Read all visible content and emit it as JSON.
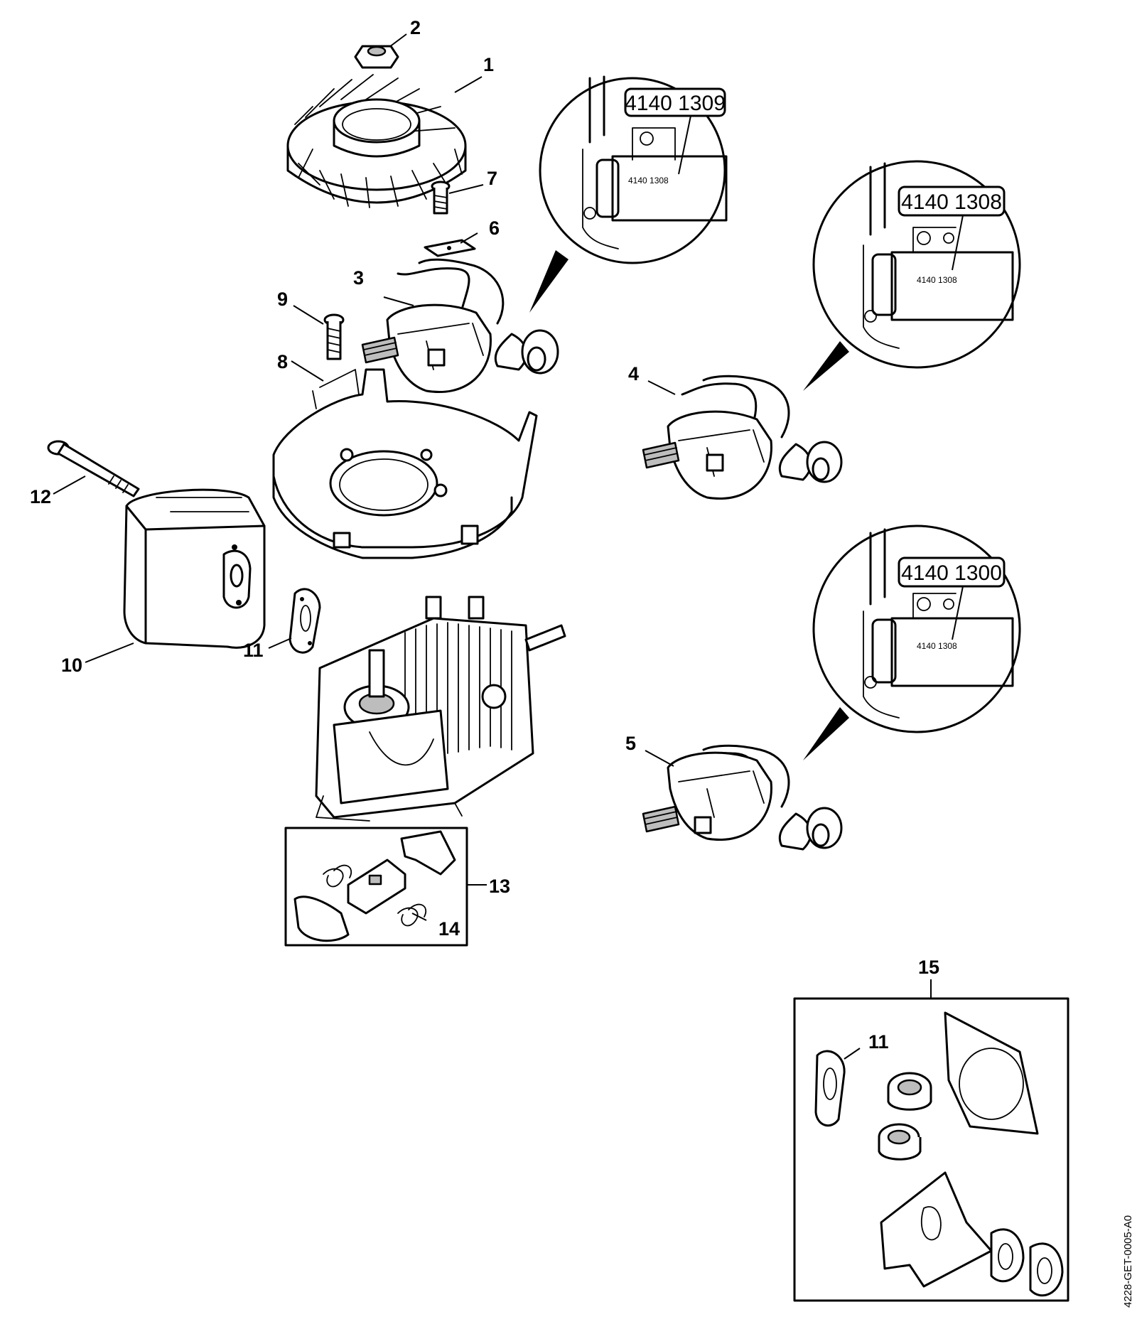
{
  "callouts": {
    "c1": "1",
    "c2": "2",
    "c3": "3",
    "c4": "4",
    "c5": "5",
    "c6": "6",
    "c7": "7",
    "c8": "8",
    "c9": "9",
    "c10": "10",
    "c11a": "11",
    "c11b": "11",
    "c12": "12",
    "c13": "13",
    "c14": "14",
    "c15": "15"
  },
  "detail_views": {
    "d1": {
      "box_code": "4140 1309",
      "part_marking": "4140 1308"
    },
    "d2": {
      "box_code": "4140 1308",
      "part_marking": "4140 1308"
    },
    "d3": {
      "box_code": "4140 1300",
      "part_marking": "4140 1308"
    }
  },
  "drawing_id": "4228-GET-0005-A0"
}
